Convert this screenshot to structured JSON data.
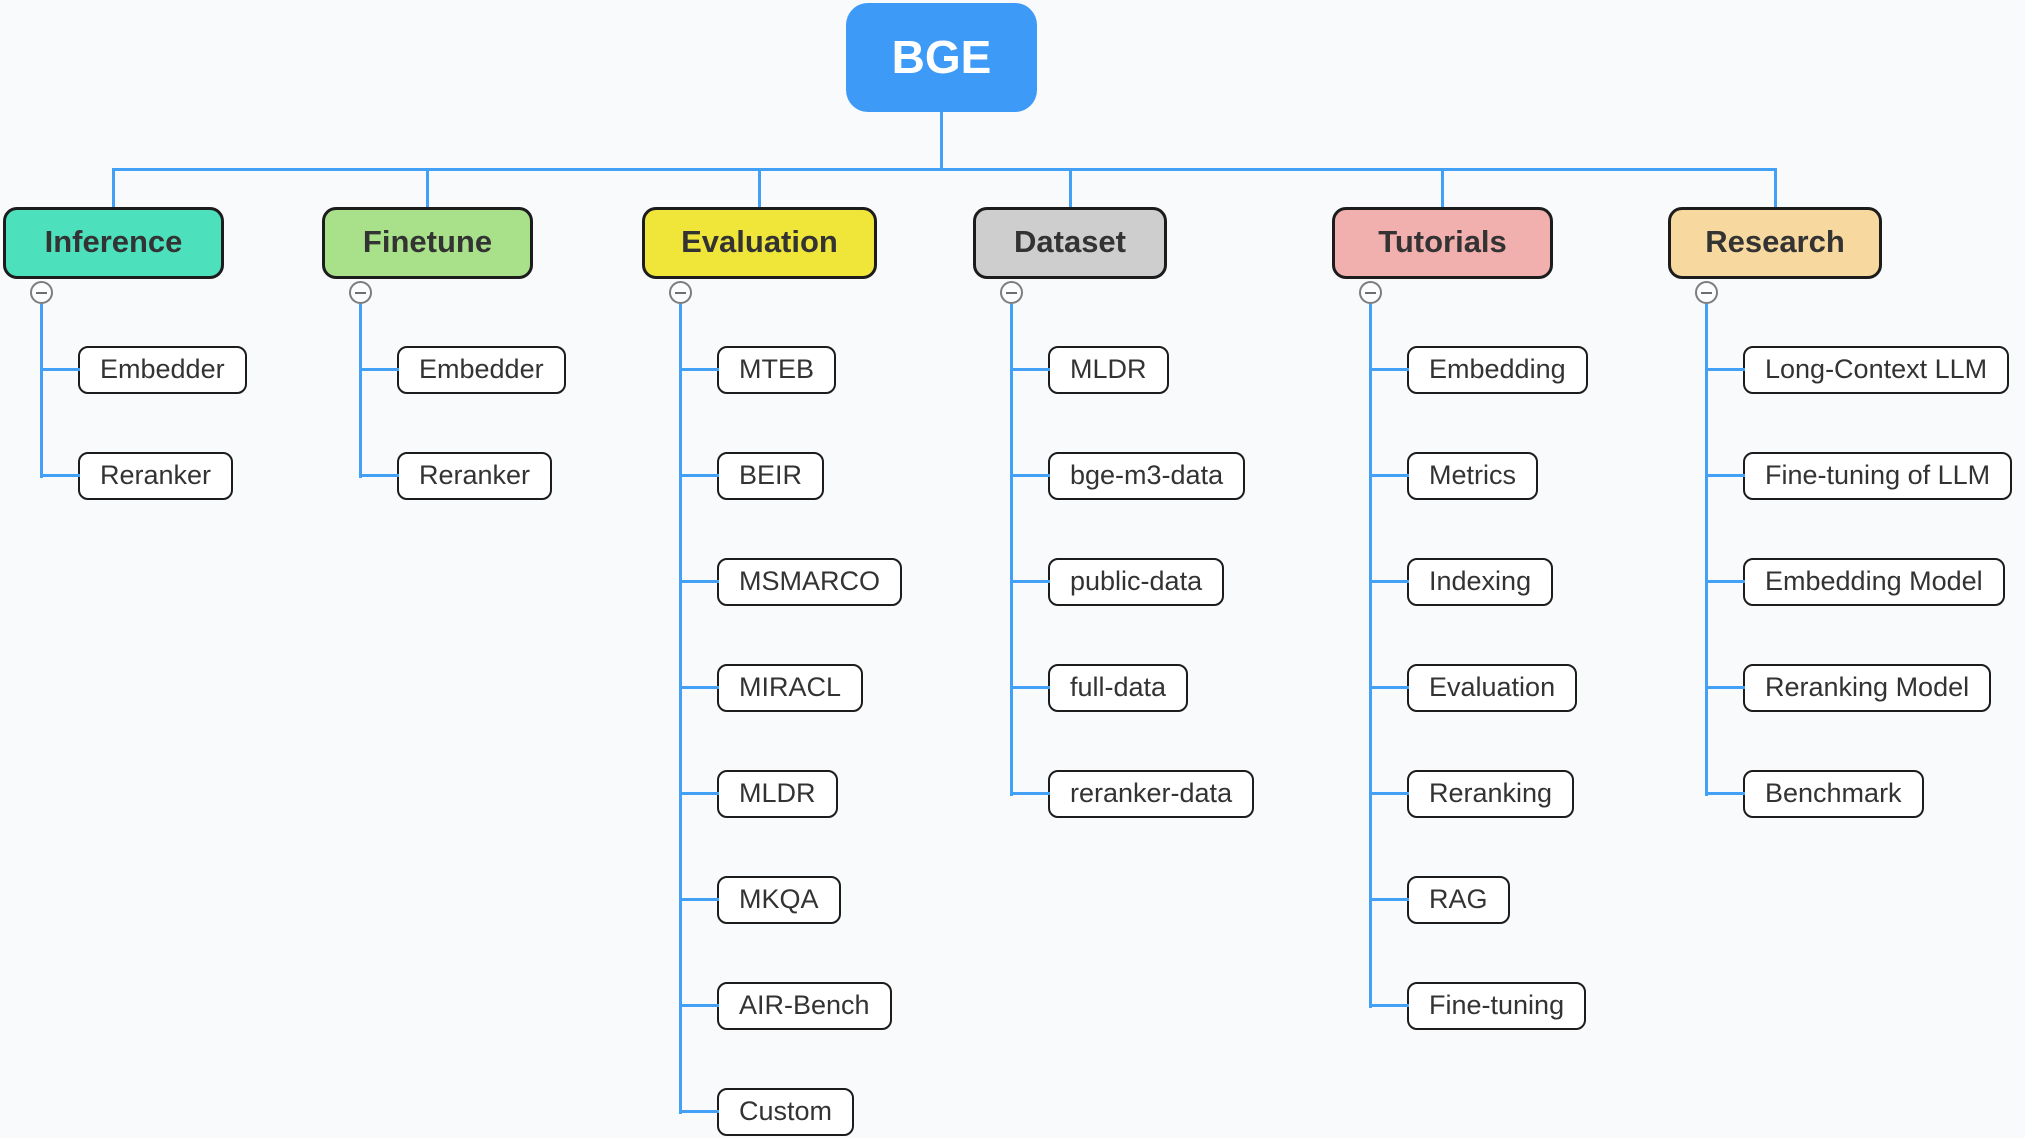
{
  "canvas": {
    "background": "#f9fafc",
    "connector_color": "#42a0f7"
  },
  "root": {
    "label": "BGE",
    "fill": "#3e9af7",
    "text_color": "#ffffff"
  },
  "icons": {
    "collapse": "minus-in-circle"
  },
  "branches": [
    {
      "label": "Inference",
      "fill": "#4de0bd",
      "children": [
        "Embedder",
        "Reranker"
      ]
    },
    {
      "label": "Finetune",
      "fill": "#a8e18a",
      "children": [
        "Embedder",
        "Reranker"
      ]
    },
    {
      "label": "Evaluation",
      "fill": "#f0e63a",
      "children": [
        "MTEB",
        "BEIR",
        "MSMARCO",
        "MIRACL",
        "MLDR",
        "MKQA",
        "AIR-Bench",
        "Custom"
      ]
    },
    {
      "label": "Dataset",
      "fill": "#cecece",
      "children": [
        "MLDR",
        "bge-m3-data",
        "public-data",
        "full-data",
        "reranker-data"
      ]
    },
    {
      "label": "Tutorials",
      "fill": "#f1b0ae",
      "children": [
        "Embedding",
        "Metrics",
        "Indexing",
        "Evaluation",
        "Reranking",
        "RAG",
        "Fine-tuning"
      ]
    },
    {
      "label": "Research",
      "fill": "#f7d9a0",
      "children": [
        "Long-Context LLM",
        "Fine-tuning of LLM",
        "Embedding Model",
        "Reranking Model",
        "Benchmark"
      ]
    }
  ]
}
